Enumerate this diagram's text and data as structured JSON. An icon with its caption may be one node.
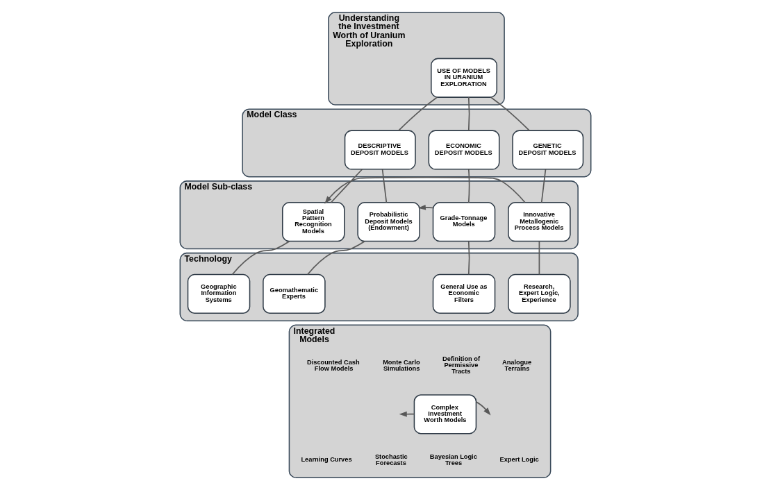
{
  "diagram": {
    "nodes": [
      {
        "text": [
          "Understanding the Investment Worth of Uranium Exploration"
        ]
      },
      {
        "text": [
          "USE OF MODELS IN URANIUM EXPLORATION"
        ],
        "in": 0
      },
      {
        "text": [
          "Model Class"
        ]
      },
      {
        "text": [
          "ECONOMIC DEPOSIT MODELS"
        ],
        "in": 2
      },
      {
        "text": [
          "DESCRIPTIVE DEPOSIT MODELS"
        ],
        "in": 2
      },
      {
        "text": [
          "GENETIC DEPOSIT MODELS"
        ],
        "in": 2
      },
      {
        "text": [
          "Model Sub-class"
        ]
      },
      {
        "text": [
          "Grade-Tonnage Models"
        ],
        "in": 6
      },
      {
        "text": [
          "Probabilistic Deposit Models (Endowment)"
        ],
        "in": 6
      },
      {
        "text": [
          "Spatial Pattern Recognition Models"
        ],
        "in": 6
      },
      {
        "text": [
          "Innovative Metallogenic Process Models"
        ],
        "in": 6
      },
      {
        "text": [
          "Technology"
        ]
      },
      {
        "text": [
          "General Use as Economic Filters"
        ],
        "in": 11
      },
      {
        "text": [
          "Geomathematic Experts"
        ],
        "in": 11
      },
      {
        "text": [
          "Geographic Information Systems"
        ],
        "in": 11
      },
      {
        "text": [
          "Research, Expert Logic, Experience"
        ],
        "in": 11
      },
      {
        "text": [
          "Integrated Models"
        ]
      },
      {
        "text": [
          "Complex Investment Worth Models"
        ],
        "in": 16
      }
    ],
    "edges": [
      {
        "from": 1,
        "to": 3,
        "arrow": "none"
      },
      {
        "from": 1,
        "to": 4,
        "arrow": "none"
      },
      {
        "from": 1,
        "to": 5,
        "arrow": "none"
      },
      {
        "from": 3,
        "to": 7,
        "arrow": "none"
      },
      {
        "from": 4,
        "to": 8,
        "arrow": "none"
      },
      {
        "from": 4,
        "to": 9,
        "arrow": "none"
      },
      {
        "from": 5,
        "to": 10,
        "arrow": "none"
      },
      {
        "from": 7,
        "to": 8,
        "arrow": "to"
      },
      {
        "from": 10,
        "to": 9,
        "arrow": "to"
      },
      {
        "from": 7,
        "to": 12,
        "arrow": "none"
      },
      {
        "from": 8,
        "to": 13,
        "arrow": "none"
      },
      {
        "from": 9,
        "to": 14,
        "arrow": "none"
      },
      {
        "from": 10,
        "to": 15,
        "arrow": "none"
      },
      {
        "from": 17,
        "to": null,
        "arrow": "to"
      },
      {
        "from": 17,
        "to": null,
        "arrow": "to"
      }
    ],
    "labels": [
      "Discounted Cash Flow Models",
      "Learning Curves",
      "Stochastic Forecasts",
      "Monte Carlo Simulations",
      "Bayesian Logic Trees",
      "Definition of Permissive Tracts",
      "Analogue Terrains",
      "Expert Logic"
    ]
  }
}
